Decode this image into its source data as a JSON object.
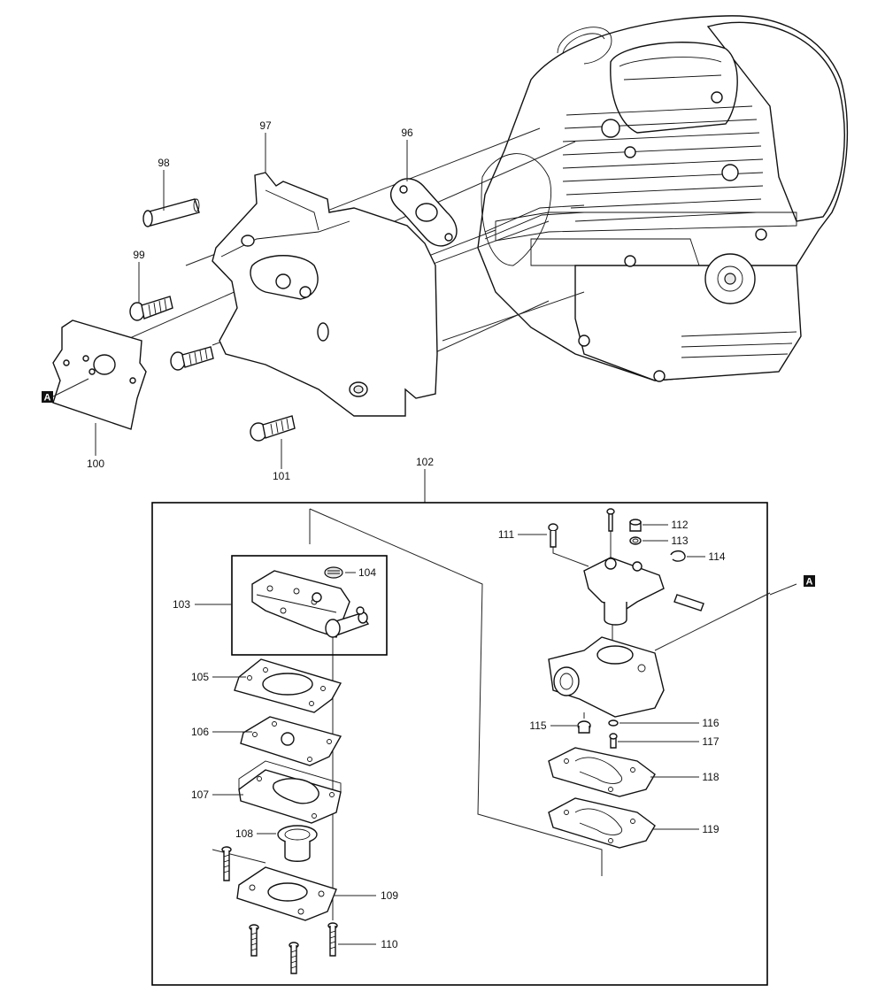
{
  "callouts": {
    "p96": "96",
    "p97": "97",
    "p98": "98",
    "p99": "99",
    "p100": "100",
    "p101": "101",
    "p102": "102",
    "p103": "103",
    "p104": "104",
    "p105": "105",
    "p106": "106",
    "p107": "107",
    "p108": "108",
    "p109": "109",
    "p110": "110",
    "p111": "111",
    "p112": "112",
    "p113": "113",
    "p114": "114",
    "p115": "115",
    "p116": "116",
    "p117": "117",
    "p118": "118",
    "p119": "119"
  },
  "reference_marks": {
    "left": "A",
    "right": "A"
  }
}
